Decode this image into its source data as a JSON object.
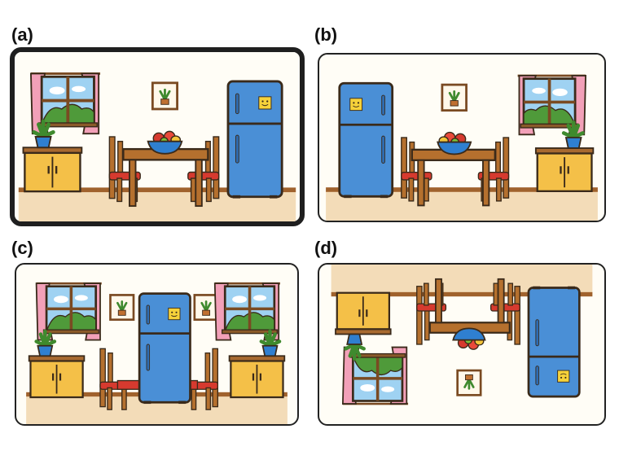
{
  "panels": [
    {
      "label": "(a)",
      "selected": true
    },
    {
      "label": "(b)",
      "selected": false
    },
    {
      "label": "(c)",
      "selected": false
    },
    {
      "label": "(d)",
      "selected": false
    }
  ],
  "colors": {
    "wall": "#fffdf6",
    "floor": "#f3dcb8",
    "baseboard": "#a0622d",
    "fridge": "#4a8fd6",
    "fridge_dark": "#2f6db3",
    "wood": "#b5702e",
    "cabinet": "#f4c048",
    "curtain": "#f2a0b8",
    "sky": "#9fd2f2",
    "bush": "#4f9a3a",
    "seat": "#d63a2f",
    "pot": "#2f7fd0",
    "note": "#f6d23a"
  },
  "icons": [
    "window-icon",
    "curtain-icon",
    "fridge-icon",
    "table-icon",
    "chair-icon",
    "fruit-bowl-icon",
    "potted-plant-icon",
    "cabinet-icon",
    "picture-frame-icon",
    "smiley-note-icon"
  ]
}
